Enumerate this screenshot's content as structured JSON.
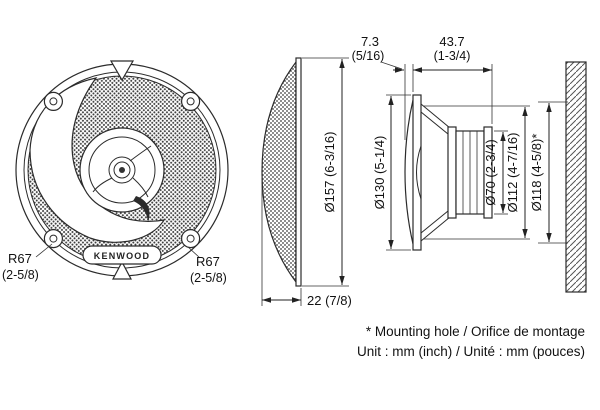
{
  "front_view": {
    "brand": "KENWOOD",
    "radius_left": {
      "mm": "R67",
      "inch": "(2-5/8)"
    },
    "radius_right": {
      "mm": "R67",
      "inch": "(2-5/8)"
    }
  },
  "side_view": {
    "diameter": "Ø157 (6-3/16)",
    "depth": "22 (7/8)"
  },
  "section_view": {
    "protrusion": {
      "mm": "7.3",
      "inch": "(5/16)"
    },
    "mounting_depth": {
      "mm": "43.7",
      "inch": "(1-3/4)"
    },
    "frame_diameter": "Ø130 (5-1/4)",
    "magnet_diameter": "Ø70 (2-3/4)",
    "inner_diameter": "Ø112 (4-7/16)",
    "mounting_hole_diameter": "Ø118 (4-5/8)*"
  },
  "notes": {
    "mounting_hole": "* Mounting hole / Orifice de montage",
    "units": "Unit : mm (inch) / Unité : mm (pouces)"
  }
}
